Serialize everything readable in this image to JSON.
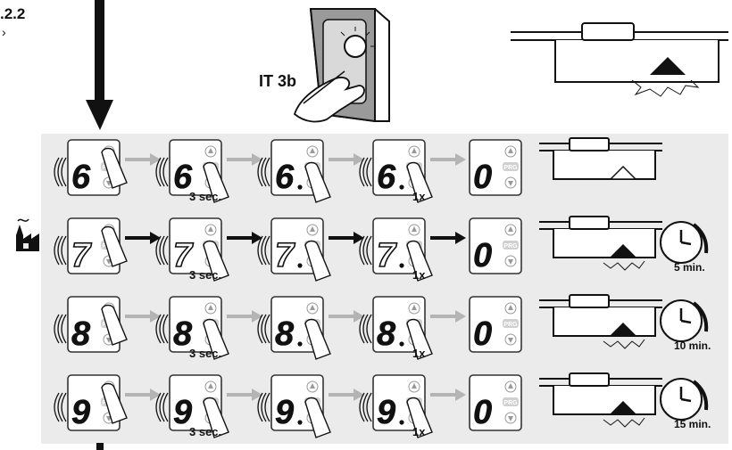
{
  "header": {
    "section_ref": ".2.2",
    "section_sub": "›",
    "device_label": "IT 3b"
  },
  "panel": {
    "button_up_icon": "arrow-up-icon",
    "button_down_icon": "arrow-down-icon",
    "button_prog_label": "PRG",
    "prog_label_partial": "RG",
    "factory_icon": "factory-icon"
  },
  "rows": [
    {
      "digit": "6",
      "dim": false,
      "hold_label": "3 sec.",
      "press_label": "1x",
      "result": "0",
      "arrow_style": "grey",
      "lamp": "off",
      "time_label": ""
    },
    {
      "digit": "7",
      "dim": true,
      "hold_label": "3 sec.",
      "press_label": "1x",
      "result": "0",
      "arrow_style": "black",
      "lamp": "on",
      "time_label": "5 min."
    },
    {
      "digit": "8",
      "dim": false,
      "hold_label": "3 sec.",
      "press_label": "1x",
      "result": "0",
      "arrow_style": "grey",
      "lamp": "on",
      "time_label": "10 min."
    },
    {
      "digit": "9",
      "dim": false,
      "hold_label": "3 sec.",
      "press_label": "1x",
      "result": "0",
      "arrow_style": "grey",
      "lamp": "on",
      "time_label": "15 min."
    }
  ],
  "colors": {
    "panel_bg": "#ebebeb",
    "ink": "#111111",
    "grey_arrow": "#b4b4b4",
    "button_grey": "#c8c8c8",
    "display_border": "#3a3a3a"
  }
}
